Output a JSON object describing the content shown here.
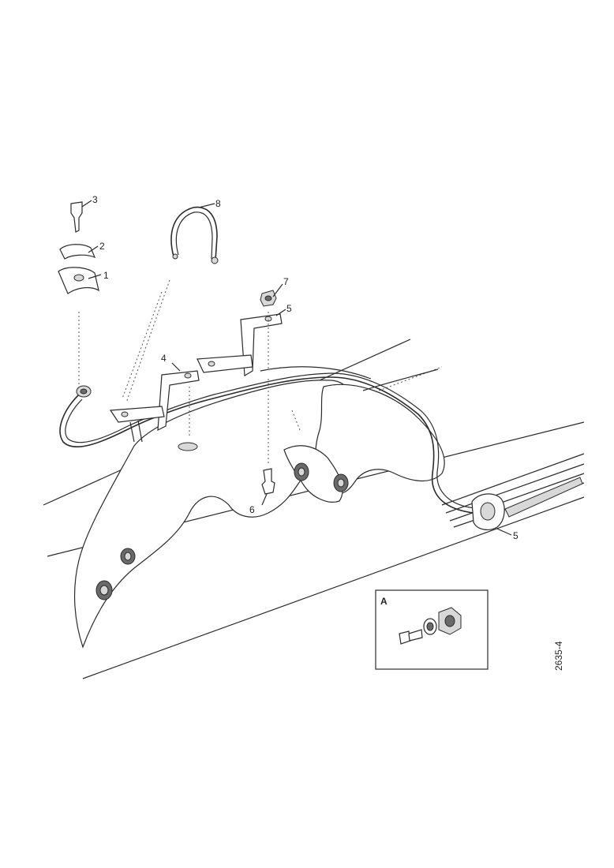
{
  "callouts": {
    "c1": "1",
    "c2": "2",
    "c3": "3",
    "c4": "4",
    "c5_top": "5",
    "c5_bottom": "5",
    "c6": "6",
    "c7": "7",
    "c8": "8"
  },
  "detail_view": {
    "label": "A"
  },
  "drawing_number": "2635-4"
}
